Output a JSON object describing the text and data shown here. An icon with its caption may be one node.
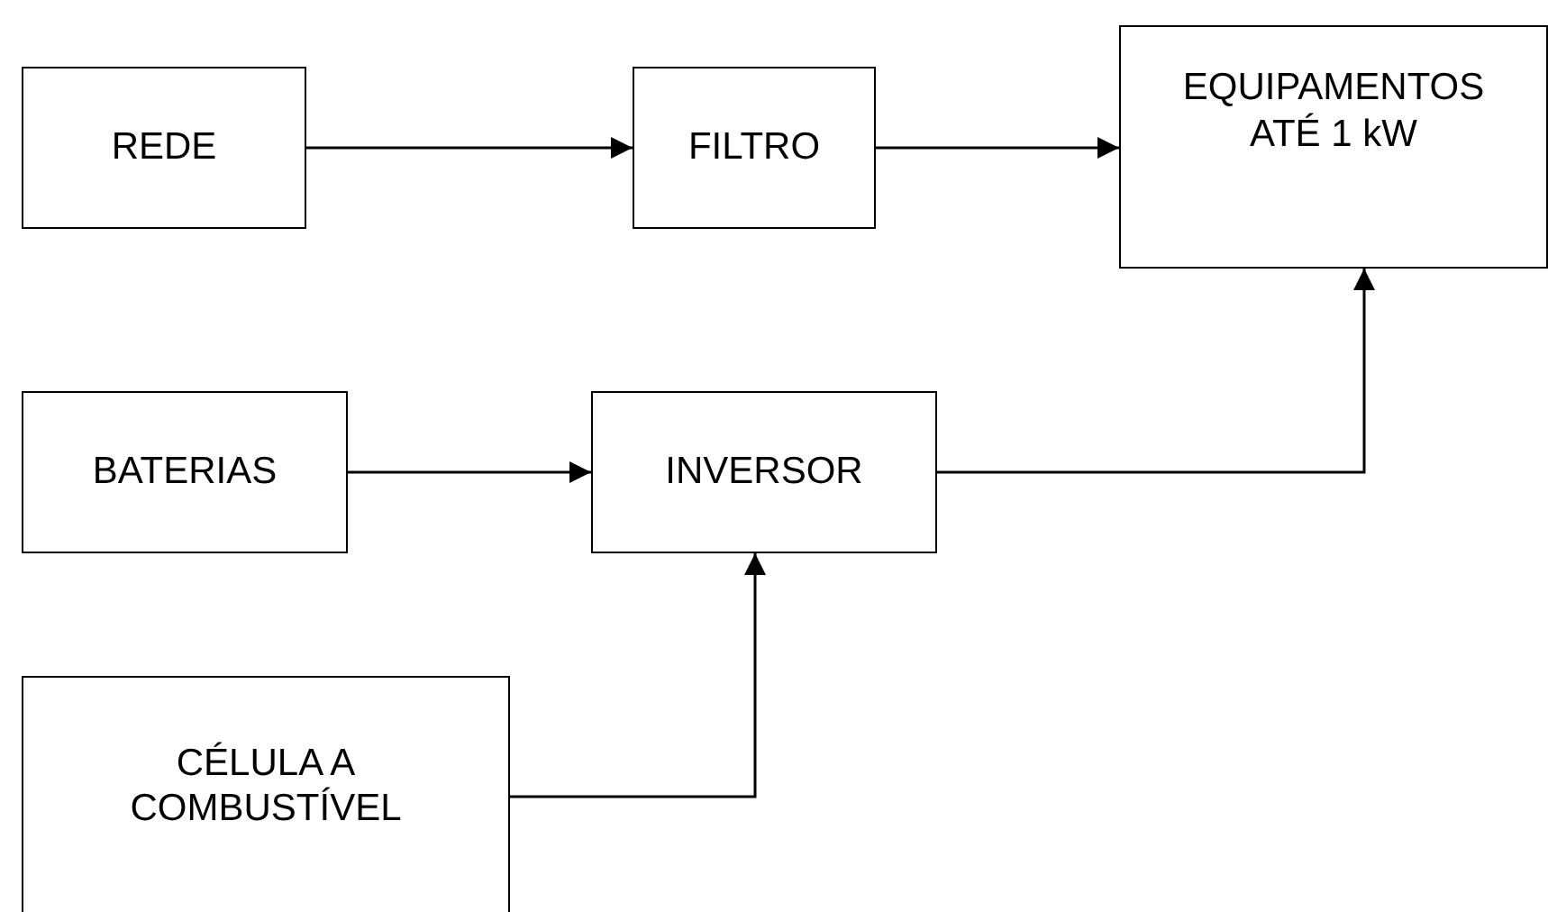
{
  "diagram": {
    "nodes": [
      {
        "text": [
          "REDE"
        ]
      },
      {
        "text": [
          "FILTRO"
        ]
      },
      {
        "text": [
          "EQUIPAMENTOS ATÉ 1 kW"
        ]
      },
      {
        "text": [
          "BATERIAS"
        ]
      },
      {
        "text": [
          "INVERSOR"
        ]
      },
      {
        "text": [
          "CÉLULA A COMBUSTÍVEL"
        ]
      }
    ],
    "edges": [
      {
        "from": 0,
        "to": 1,
        "arrow": "to"
      },
      {
        "from": 1,
        "to": 2,
        "arrow": "to"
      },
      {
        "from": 3,
        "to": 4,
        "arrow": "to"
      },
      {
        "from": 4,
        "to": 2,
        "arrow": "to"
      },
      {
        "from": 5,
        "to": 4,
        "arrow": "to"
      }
    ]
  }
}
